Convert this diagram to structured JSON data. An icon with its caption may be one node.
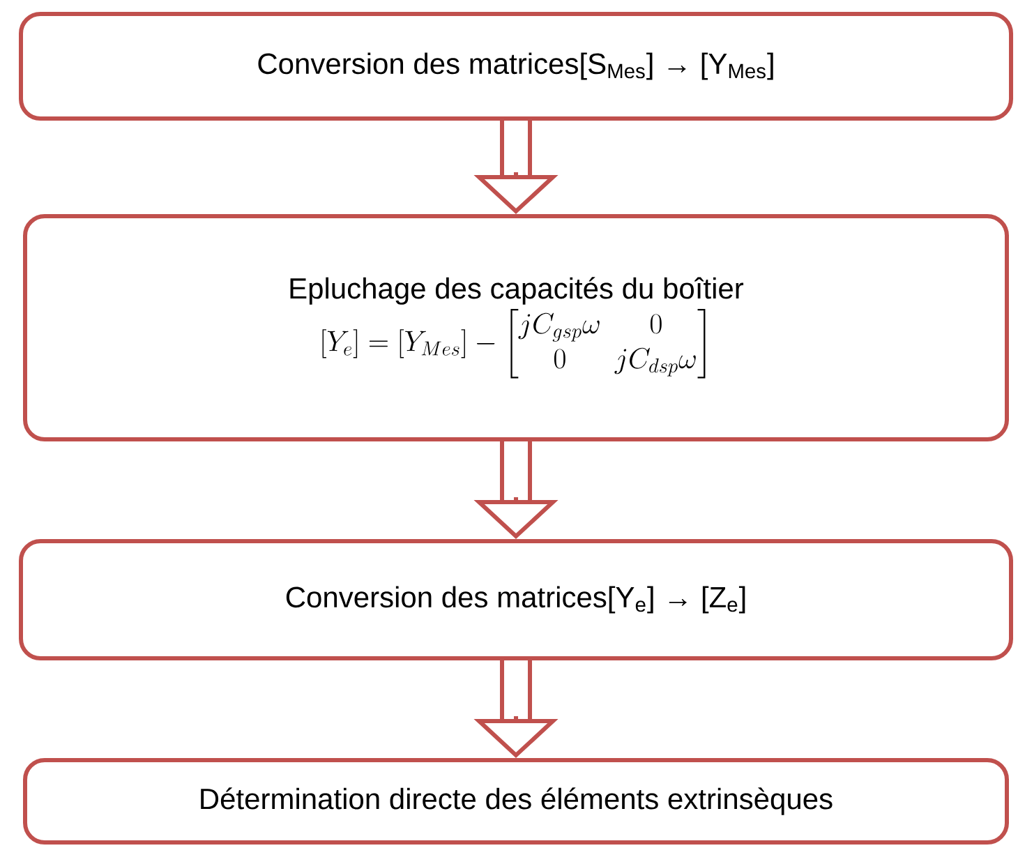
{
  "diagram": {
    "nodes": [
      {
        "text": [
          "Conversion des matrices[S$_{Mes}$] → [Y$_{Mes}$]"
        ]
      },
      {
        "text": [
          "Epluchage des capacités du boîtier",
          "[Y_e] = [Y_{Mes}] - \\begin{bmatrix} jC_{gsp}\\omega & 0 \\\\ 0 & jC_{dsp}\\omega \\end{bmatrix}"
        ]
      },
      {
        "text": [
          "Conversion des matrices[Y$_{e}$] → [Z$_{e}$]"
        ]
      },
      {
        "text": [
          "Détermination directe des éléments extrinsèques"
        ]
      }
    ],
    "edges": [
      {
        "from": 0,
        "to": 1,
        "arrow": "to"
      },
      {
        "from": 1,
        "to": 2,
        "arrow": "to"
      },
      {
        "from": 2,
        "to": 3,
        "arrow": "to"
      }
    ]
  }
}
